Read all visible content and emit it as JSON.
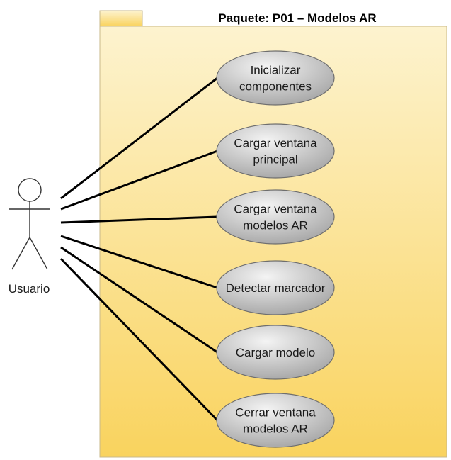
{
  "package": {
    "title": "Paquete: P01 – Modelos AR"
  },
  "actor": {
    "label": "Usuario"
  },
  "use_cases": [
    {
      "id": "inicializar-componentes",
      "lines": [
        "Inicializar",
        "componentes"
      ]
    },
    {
      "id": "cargar-ventana-principal",
      "lines": [
        "Cargar ventana",
        "principal"
      ]
    },
    {
      "id": "cargar-ventana-modelos-ar",
      "lines": [
        "Cargar ventana",
        "modelos AR"
      ]
    },
    {
      "id": "detectar-marcador",
      "lines": [
        "Detectar marcador"
      ]
    },
    {
      "id": "cargar-modelo",
      "lines": [
        "Cargar modelo"
      ]
    },
    {
      "id": "cerrar-ventana-modelos-ar",
      "lines": [
        "Cerrar ventana",
        "modelos AR"
      ]
    }
  ],
  "colors": {
    "package_fill_top": "#fdf3cf",
    "package_fill_bottom": "#f9d35e",
    "package_border": "#c9b98a",
    "ellipse_fill_light": "#f4f4f4",
    "ellipse_fill_dark": "#9a9a9a",
    "ellipse_border": "#6e6e6e",
    "association_line": "#000000"
  }
}
